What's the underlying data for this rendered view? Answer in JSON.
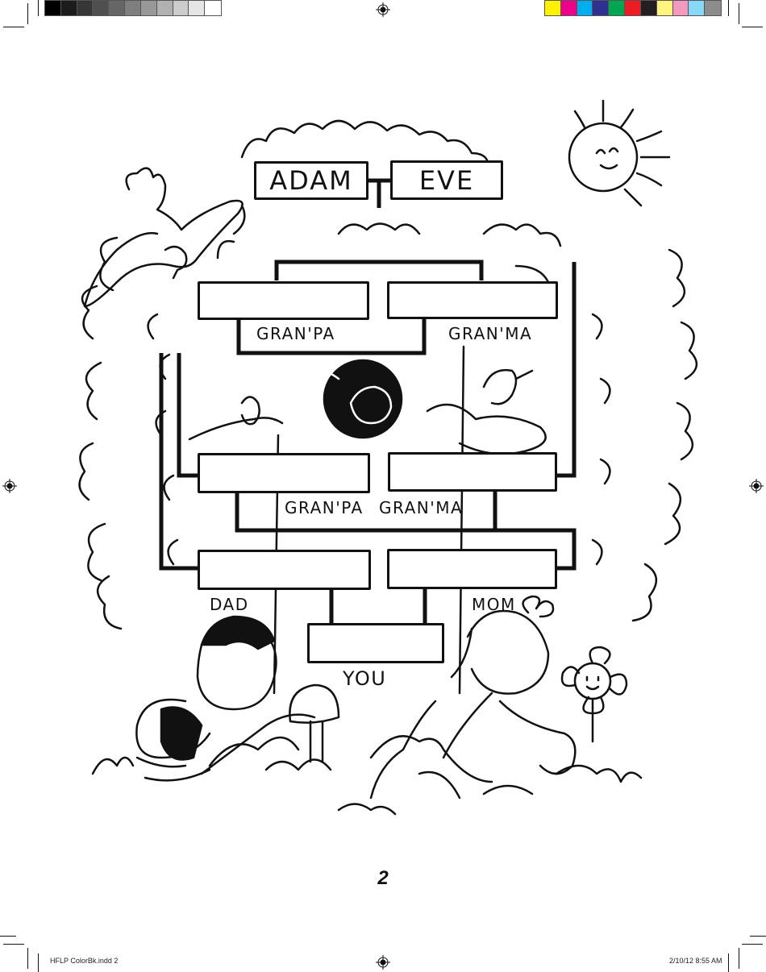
{
  "print_marks": {
    "grayscale_swatches": [
      "#000000",
      "#1c1c1c",
      "#363636",
      "#4f4f4f",
      "#666666",
      "#7f7f7f",
      "#989898",
      "#b1b1b1",
      "#cccccc",
      "#e5e5e5",
      "#ffffff"
    ],
    "color_swatches": [
      "#fff200",
      "#ec008c",
      "#00aeef",
      "#2e3192",
      "#00a651",
      "#ed1c24",
      "#231f20",
      "#fff57e",
      "#f49ac1",
      "#8ad8f8",
      "#8c8c8c"
    ],
    "slug_left": "HFLP ColorBk.indd   2",
    "slug_right": "2/10/12   8:55 AM"
  },
  "family_tree": {
    "top_couple": {
      "left": "ADAM",
      "right": "EVE"
    },
    "labels": {
      "paternal_granpa": "GRAN'PA",
      "paternal_granma": "GRAN'MA",
      "maternal_granpa": "GRAN'PA",
      "maternal_granma": "GRAN'MA",
      "dad": "DAD",
      "mom": "MOM",
      "you": "YOU"
    },
    "blank_boxes": [
      {
        "id": "granpa-1",
        "value": ""
      },
      {
        "id": "granma-1",
        "value": ""
      },
      {
        "id": "granpa-2",
        "value": ""
      },
      {
        "id": "granma-2",
        "value": ""
      },
      {
        "id": "dad",
        "value": ""
      },
      {
        "id": "mom",
        "value": ""
      },
      {
        "id": "you",
        "value": ""
      }
    ]
  },
  "illustration": {
    "elements": [
      "tree-canopy",
      "sun",
      "flying-bird",
      "small-bird-on-branch",
      "squirrel-in-hollow",
      "bird-in-nest",
      "boy",
      "girl",
      "mushroom",
      "flower",
      "grass",
      "tree-roots"
    ]
  },
  "page": {
    "number": "2"
  }
}
